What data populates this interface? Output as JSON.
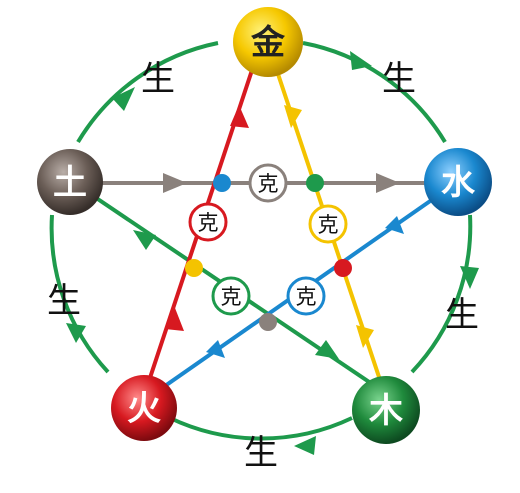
{
  "nodes": {
    "metal": {
      "label": "金",
      "color": "#f6c800"
    },
    "water": {
      "label": "水",
      "color": "#1a88cf"
    },
    "wood": {
      "label": "木",
      "color": "#1f8a3c"
    },
    "fire": {
      "label": "火",
      "color": "#d71920"
    },
    "earth": {
      "label": "土",
      "color": "#6b5e57"
    }
  },
  "generating_label": "生",
  "controlling_label": "克",
  "colors": {
    "generating_cycle": "#1e9a4c",
    "metal_to_wood": "#f4c300",
    "wood_to_earth": "#1e9a4c",
    "earth_to_water": "#8a817c",
    "water_to_fire": "#1a88cf",
    "fire_to_metal": "#d71920"
  }
}
